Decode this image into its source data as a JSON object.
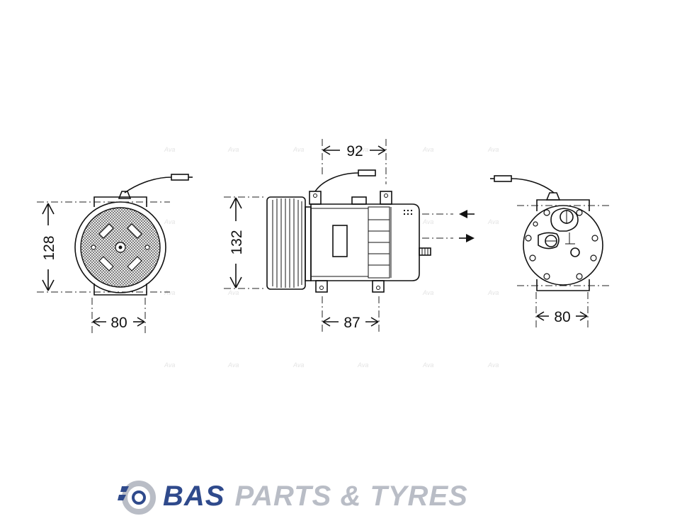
{
  "dimensions": {
    "front_height": "128",
    "front_width": "80",
    "side_height": "132",
    "side_top_offset": "92",
    "side_bottom_offset": "87",
    "rear_width": "80"
  },
  "watermark": {
    "text": "Ava"
  },
  "brand": {
    "name_first": "BAS",
    "name_rest": "PARTS & TYRES",
    "primary_color": "#2f4a8c",
    "secondary_color": "#b9bdc6"
  }
}
